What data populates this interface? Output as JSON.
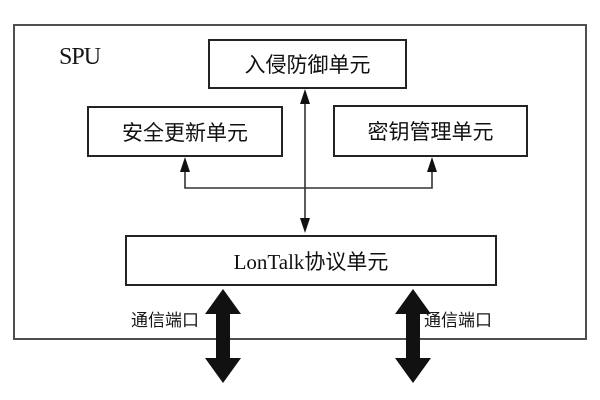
{
  "diagram": {
    "container_label": "SPU",
    "nodes": {
      "intrusion": {
        "label": "入侵防御单元"
      },
      "update": {
        "label": "安全更新单元"
      },
      "key": {
        "label": "密钥管理单元"
      },
      "lontalk": {
        "label": "LonTalk协议单元"
      }
    },
    "ports": {
      "left_label": "通信端口",
      "right_label": "通信端口"
    },
    "colors": {
      "background": "#ffffff",
      "outer_border": "#4f4f4f",
      "node_border": "#232323",
      "connector_line": "#333333",
      "arrow_fill": "#111111",
      "text": "#111111"
    }
  }
}
